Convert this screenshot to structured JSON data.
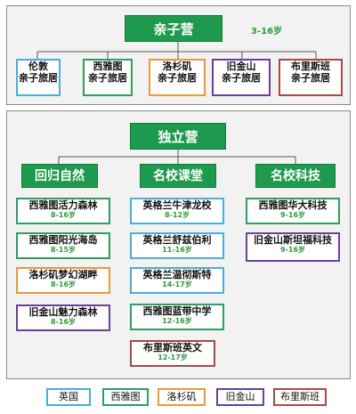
{
  "family_camp": {
    "title": "亲子营",
    "age": "3-16岁",
    "camps": [
      {
        "line1": "伦敦",
        "line2": "亲子旅居",
        "color": "#4aaed9"
      },
      {
        "line1": "西雅图",
        "line2": "亲子旅居",
        "color": "#2e9e5e"
      },
      {
        "line1": "洛杉矶",
        "line2": "亲子旅居",
        "color": "#e59a3c"
      },
      {
        "line1": "旧金山",
        "line2": "亲子旅居",
        "color": "#6a3f96"
      },
      {
        "line1": "布里斯班",
        "line2": "亲子旅居",
        "color": "#a54a4a"
      }
    ]
  },
  "independent_camp": {
    "title": "独立营",
    "categories": [
      {
        "name": "回归自然",
        "camps": [
          {
            "name": "西雅图活力森林",
            "age": "8-16岁",
            "color": "#2e9e5e"
          },
          {
            "name": "西雅图阳光海岛",
            "age": "8-15岁",
            "color": "#2e9e5e"
          },
          {
            "name": "洛杉矶梦幻湖畔",
            "age": "8-16岁",
            "color": "#e59a3c"
          },
          {
            "name": "旧金山魅力森林",
            "age": "8-16岁",
            "color": "#6a3f96"
          }
        ]
      },
      {
        "name": "名校课堂",
        "camps": [
          {
            "name": "英格兰牛津龙校",
            "age": "8-12岁",
            "color": "#4aaed9"
          },
          {
            "name": "英格兰舒兹伯利",
            "age": "11-16岁",
            "color": "#4aaed9"
          },
          {
            "name": "英格兰温彻斯特",
            "age": "14-17岁",
            "color": "#4aaed9"
          },
          {
            "name": "西雅图蓝带中学",
            "age": "12-16岁",
            "color": "#2e9e5e"
          },
          {
            "name": "布里斯班英文",
            "age": "12-17岁",
            "color": "#a54a4a"
          }
        ]
      },
      {
        "name": "名校科技",
        "camps": [
          {
            "name": "西雅图华大科技",
            "age": "9-16岁",
            "color": "#2e9e5e"
          },
          {
            "name": "旧金山斯坦福科技",
            "age": "9-16岁",
            "color": "#6a3f96"
          }
        ]
      }
    ]
  },
  "legend": [
    {
      "label": "英国",
      "color": "#4aaed9"
    },
    {
      "label": "西雅图",
      "color": "#2e9e5e"
    },
    {
      "label": "洛杉矶",
      "color": "#e59a3c"
    },
    {
      "label": "旧金山",
      "color": "#6a3f96"
    },
    {
      "label": "布里斯班",
      "color": "#a54a4a"
    }
  ]
}
